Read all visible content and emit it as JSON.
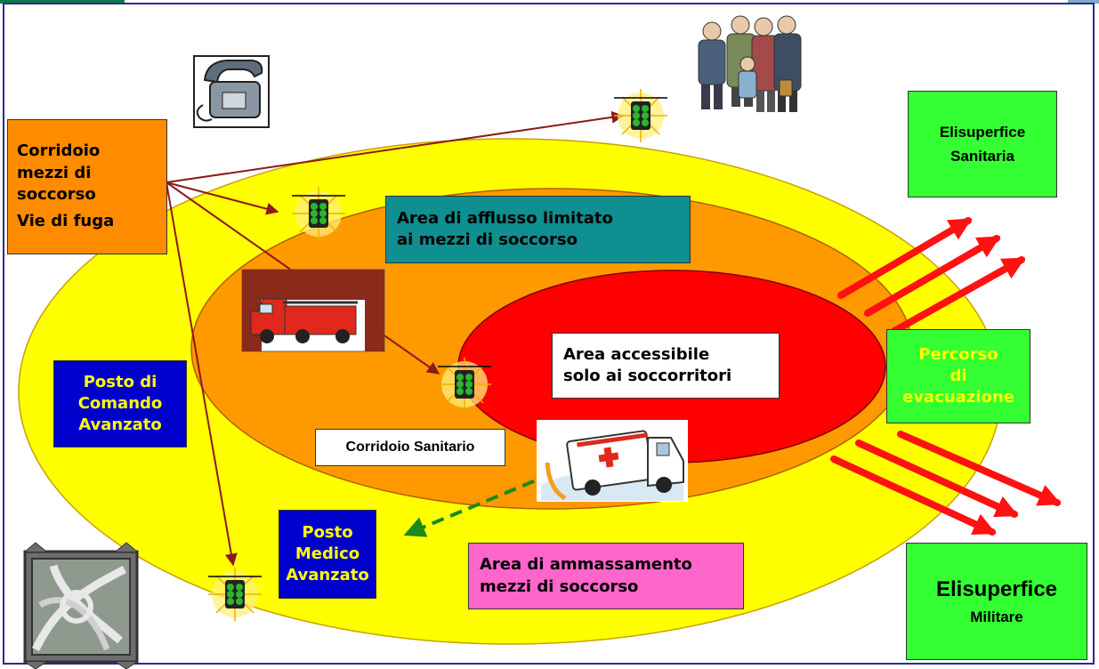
{
  "corridor_box": {
    "line1": "Corridoio",
    "line2": "mezzi di",
    "line3": "soccorso",
    "line4": "Vie di fuga"
  },
  "restricted_box": {
    "line1": "Area di afflusso limitato",
    "line2": "ai mezzi di soccorso"
  },
  "rescuers_box": {
    "line1": "Area accessibile",
    "line2": "solo ai soccorritori"
  },
  "command_box": {
    "line1": "Posto di",
    "line2": "Comando",
    "line3": "Avanzato"
  },
  "sanitary_corridor": "Corridoio Sanitario",
  "medical_box": {
    "line1": "Posto",
    "line2": "Medico",
    "line3": "Avanzato"
  },
  "staging_box": {
    "line1": "Area di ammassamento",
    "line2": "mezzi di soccorso"
  },
  "evacuation_box": {
    "line1": "Percorso",
    "line2": "di",
    "line3": "evacuazione"
  },
  "heli_sanitary": {
    "line1": "Elisuperfice",
    "line2": "Sanitaria"
  },
  "heli_military": {
    "line1": "Elisuperfice",
    "line2": "Militare"
  },
  "colors": {
    "outer_zone": "#ffff00",
    "middle_zone": "#ff9900",
    "inner_zone": "#ff0000",
    "corridor_box": "#ff8c00",
    "restricted_box": "#0f8f8f",
    "command_box": "#0000cc",
    "staging_box": "#ff66cc",
    "helipad": "#33ff33",
    "evac_arrows": "#ff1111",
    "route_lines": "#8b1a1a",
    "sanitary_path": "#1a8a1a"
  }
}
